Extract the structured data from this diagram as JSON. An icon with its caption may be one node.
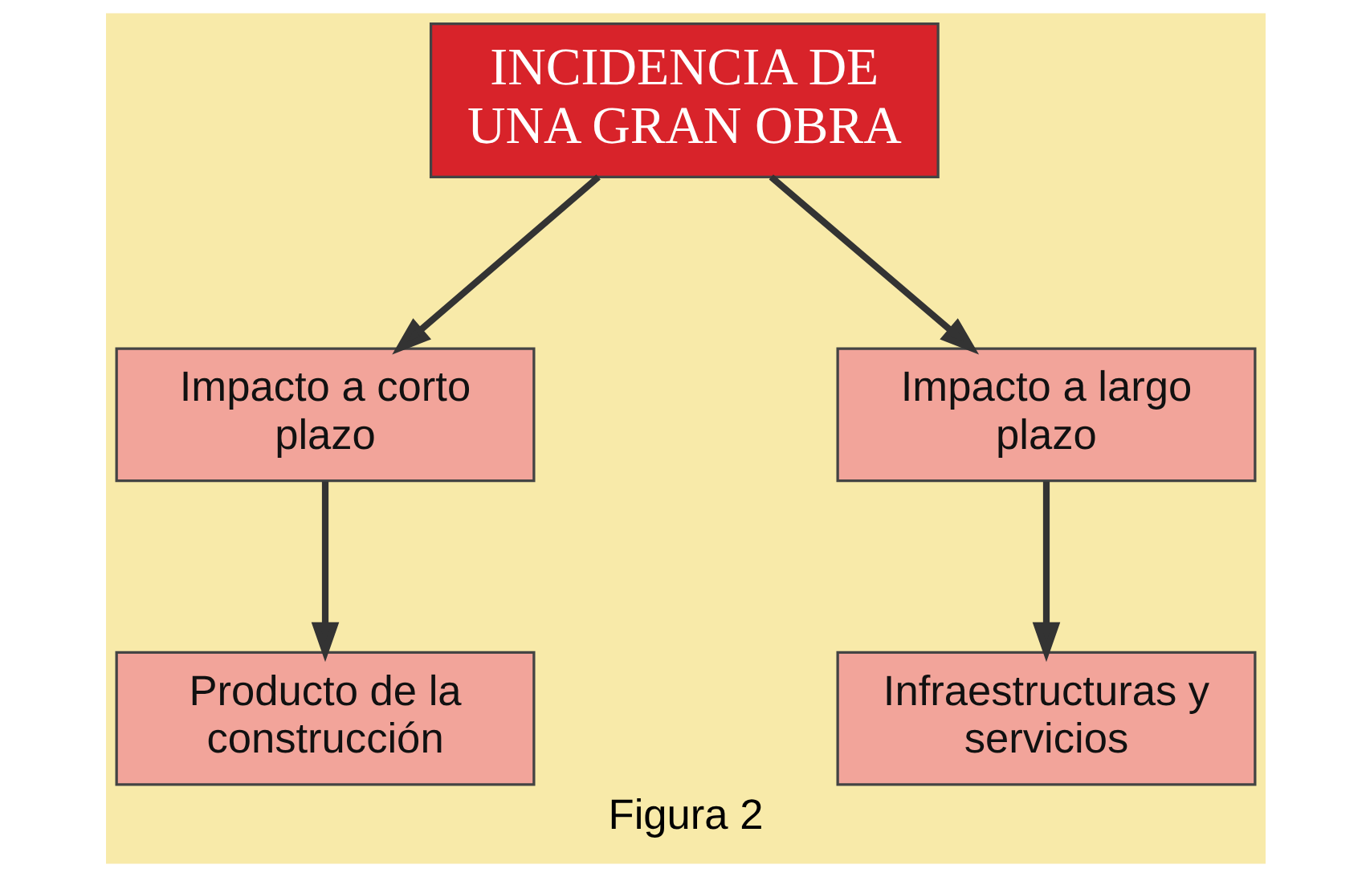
{
  "diagram": {
    "caption": "Figura 2",
    "nodes": [
      {
        "text": [
          "INCIDENCIA DE UNA GRAN OBRA"
        ]
      },
      {
        "text": [
          "Impacto a corto plazo"
        ]
      },
      {
        "text": [
          "Impacto a largo plazo"
        ]
      },
      {
        "text": [
          "Producto de la construcción"
        ]
      },
      {
        "text": [
          "Infraestructuras y servicios"
        ]
      }
    ],
    "edges": [
      {
        "from": 0,
        "to": 1,
        "arrow": "to"
      },
      {
        "from": 0,
        "to": 2,
        "arrow": "to"
      },
      {
        "from": 1,
        "to": 3,
        "arrow": "to"
      },
      {
        "from": 2,
        "to": 4,
        "arrow": "to"
      }
    ]
  }
}
